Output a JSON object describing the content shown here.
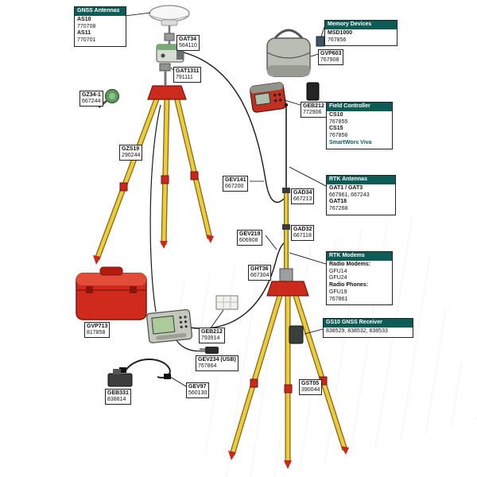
{
  "boxes": {
    "gnss_antennas": {
      "title": "GNSS Antennas",
      "lines": [
        "AS10",
        "770708",
        "AS11",
        "770701"
      ]
    },
    "memory_devices": {
      "title": "Memory Devices",
      "lines": [
        "MSD1000",
        "767856"
      ]
    },
    "field_controller": {
      "title": "Field Controller",
      "lines": [
        "CS10",
        "767855",
        "CS15",
        "767856",
        "SmartWorx Viva"
      ]
    },
    "rtk_antennas": {
      "title": "RTK Antennas",
      "lines": [
        "GAT1 / GAT3",
        "667961, 667243",
        "GAT18",
        "767268"
      ]
    },
    "rtk_modems": {
      "title": "RTK Modems",
      "lines": [
        "Radio Modems:",
        "GFU14",
        "GFU24",
        "Radio Phones:",
        "GFU19",
        "767861"
      ]
    },
    "gs10_receiver": {
      "title": "GS10 GNSS Receiver",
      "lines": [
        "838529, 838532, 838533"
      ]
    }
  },
  "labels": {
    "gat34": [
      "GAT34",
      "564110"
    ],
    "gat1311": [
      "GAT1311",
      "791111"
    ],
    "gz34": [
      "GZ34-1",
      "667244"
    ],
    "gzs19": [
      "GZS19",
      "290244"
    ],
    "gev141": [
      "GEV141",
      "667200"
    ],
    "gad34": [
      "GAD34",
      "667213"
    ],
    "gad32": [
      "GAD32",
      "667118"
    ],
    "gev219": [
      "GEV219",
      "606908"
    ],
    "ght36": [
      "GHT36",
      "667304"
    ],
    "gvp713": [
      "GVP713",
      "817858"
    ],
    "geb212_a": [
      "GEB212",
      "793914"
    ],
    "gev_usb": [
      "GEV234 (USB)",
      "767864"
    ],
    "gev97": [
      "GEV97",
      "560130"
    ],
    "geb331": [
      "GEB331",
      "838814"
    ],
    "gvp603": [
      "GVP603",
      "767908"
    ],
    "geb212_b": [
      "GEB212",
      "772906"
    ],
    "gst05": [
      "GST05",
      "390044"
    ]
  },
  "colors": {
    "header_teal": "#0d5c55",
    "tripod_yellow": "#eecb3e",
    "accent_red": "#cc2a1c"
  }
}
